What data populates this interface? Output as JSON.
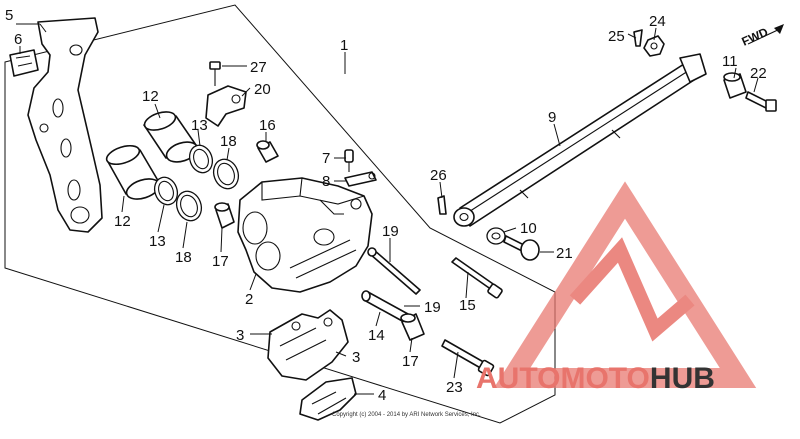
{
  "diagram": {
    "labels": {
      "l1": "1",
      "l2": "2",
      "l3a": "3",
      "l3b": "3",
      "l4": "4",
      "l5": "5",
      "l6": "6",
      "l7": "7",
      "l8": "8",
      "l9": "9",
      "l10": "10",
      "l11": "11",
      "l12a": "12",
      "l12b": "12",
      "l13a": "13",
      "l13b": "13",
      "l14": "14",
      "l15": "15",
      "l16": "16",
      "l17a": "17",
      "l17b": "17",
      "l18a": "18",
      "l18b": "18",
      "l19a": "19",
      "l19b": "19",
      "l20": "20",
      "l21": "21",
      "l22": "22",
      "l23": "23",
      "l24": "24",
      "l25": "25",
      "l26": "26",
      "l27": "27"
    },
    "direction_label": "FWD",
    "copyright": "Copyright (c) 2004 - 2014 by ARI Network Services, Inc."
  },
  "watermark": {
    "brand_part1": "AUTOMOTO",
    "brand_part2": "HUB",
    "color_primary": "#e8746c",
    "color_secondary": "#333333"
  }
}
